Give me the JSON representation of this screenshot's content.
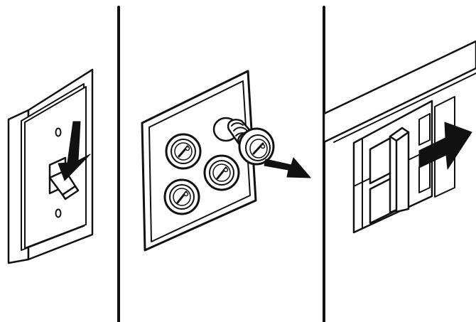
{
  "figure": {
    "panel_count": 3,
    "panels": [
      {
        "id": "light-switch",
        "subject": "wall-toggle-switch-icon",
        "arrow_direction": "down"
      },
      {
        "id": "fuse-box",
        "subject": "screw-in-fuse-panel-icon",
        "arrow_direction": "out"
      },
      {
        "id": "breaker-panel",
        "subject": "circuit-breaker-icon",
        "arrow_direction": "right"
      }
    ],
    "colors": {
      "ink": "#111111",
      "paper": "#ffffff"
    }
  }
}
